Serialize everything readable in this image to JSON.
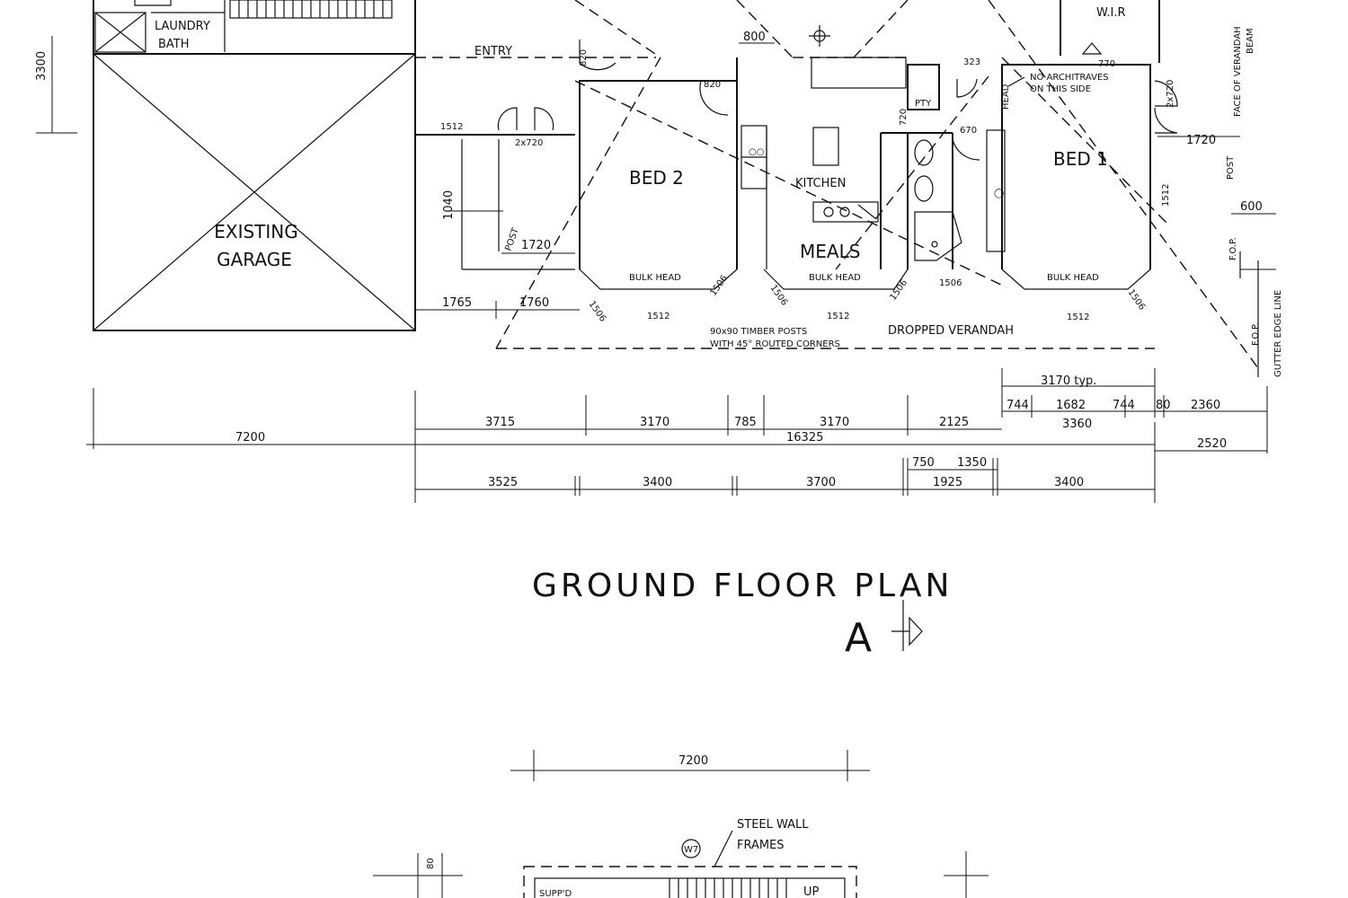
{
  "rooms": {
    "laundry": "LAUNDRY",
    "bath": "BATH",
    "wir": "W.I.R",
    "garage_line1": "EXISTING",
    "garage_line2": "GARAGE",
    "bed2": "BED 2",
    "kitchen": "KITCHEN",
    "meals": "MEALS",
    "bed1": "BED 1",
    "pty": "PTY"
  },
  "annotations": {
    "entry": "ENTRY",
    "bulkhead": "BULK HEAD",
    "no_architraves_1": "NO ARCHITRAVES",
    "no_architraves_2": "ON THIS SIDE",
    "dropped_verandah": "DROPPED VERANDAH",
    "posts_1": "90x90 TIMBER POSTS",
    "posts_2": "WITH 45° ROUTED CORNERS",
    "post": "POST",
    "fop": "F.O.P.",
    "gutter_edge": "GUTTER EDGE LINE",
    "face_of_verandah_1": "FACE OF VERANDAH",
    "face_of_verandah_2": "BEAM",
    "head": "HEAD",
    "typ": "3170 typ.",
    "steel_wall_1": "STEEL WALL",
    "steel_wall_2": "FRAMES",
    "w7": "W7",
    "up": "UP",
    "suppd": "SUPP'D"
  },
  "interior_dims": {
    "d820a": "820",
    "d800": "800",
    "d820b": "820",
    "d323": "323",
    "d770": "770",
    "d2x720a": "2x720",
    "d2x720b": "2x720",
    "d1512a": "1512",
    "d1040": "1040",
    "d1720a": "1720",
    "d1720b": "1720",
    "d720": "720",
    "d670": "670",
    "d1512b": "1512",
    "d600": "600",
    "d3300": "3300",
    "d1765": "1765",
    "d1760": "1760",
    "d1506a": "1506",
    "d1506b": "1506",
    "d1506c": "1506",
    "d1506d": "1506",
    "d1506e": "1506",
    "d1506f": "1506",
    "d1512c": "1512",
    "d1512d": "1512",
    "d1512e": "1512"
  },
  "dimension_rows": {
    "row_top_right": [
      "744",
      "1682",
      "744",
      "80",
      "2360"
    ],
    "row_top_right_sub": "3360",
    "row1": [
      "3715",
      "3170",
      "785",
      "3170",
      "2125"
    ],
    "row2_left": "7200",
    "row2_total": "16325",
    "row2_right": "2520",
    "row3_top": [
      "750",
      "1350"
    ],
    "row3": [
      "3525",
      "3400",
      "3700",
      "1925",
      "3400"
    ]
  },
  "title": {
    "text": "GROUND FLOOR PLAN",
    "section_marker": "A"
  },
  "lower_plan": {
    "dim_7200": "7200",
    "dim_80": "80"
  }
}
